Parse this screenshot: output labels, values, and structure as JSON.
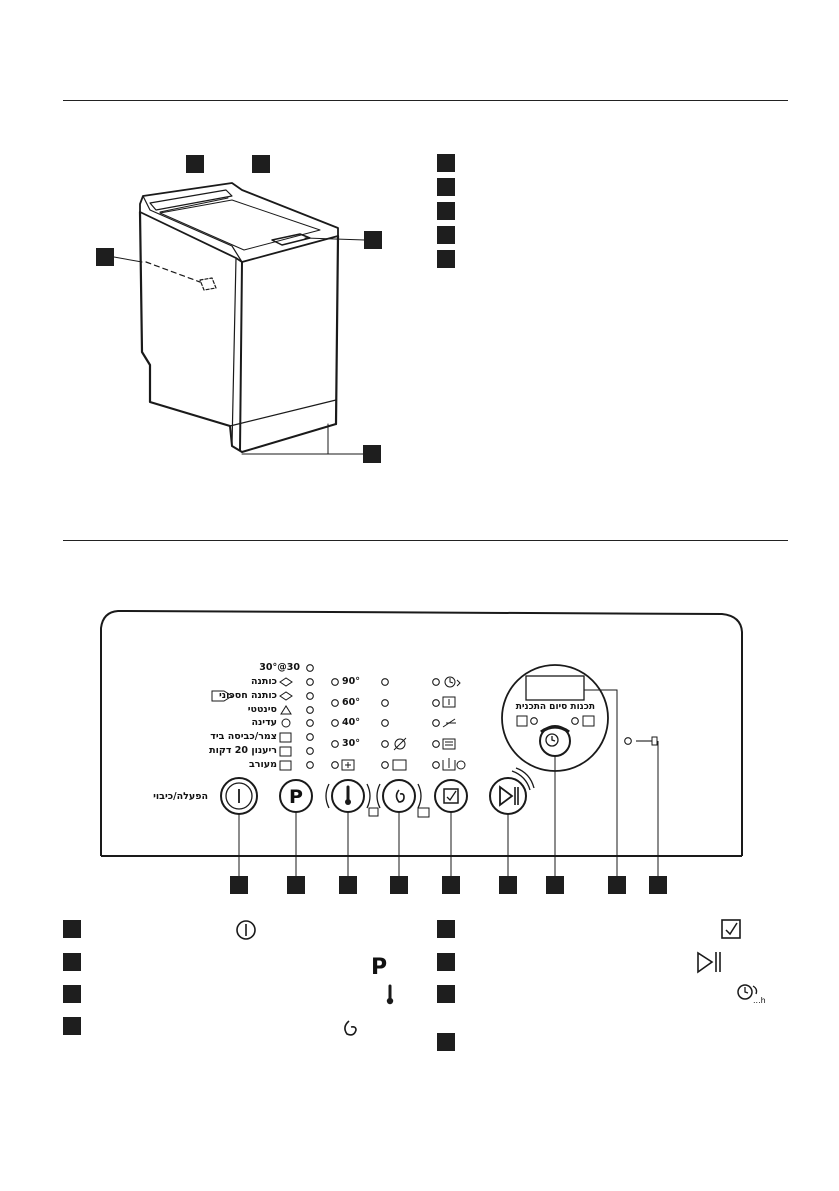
{
  "panel": {
    "programmes": [
      "30@30°",
      "כותנה",
      "כותנה חסכוני",
      "סינטטי",
      "עדינה",
      "צמר/כביסה ביד",
      "ריענון 20 דקות",
      "מעורב"
    ],
    "temperatures": [
      "90°",
      "60°",
      "40°",
      "30°"
    ],
    "power_label": "הפעלה/כיבוי",
    "end_time_label": "תכנות סיום התכנית",
    "program_button_letter": "P"
  },
  "legend": {
    "program_letter": "P"
  }
}
